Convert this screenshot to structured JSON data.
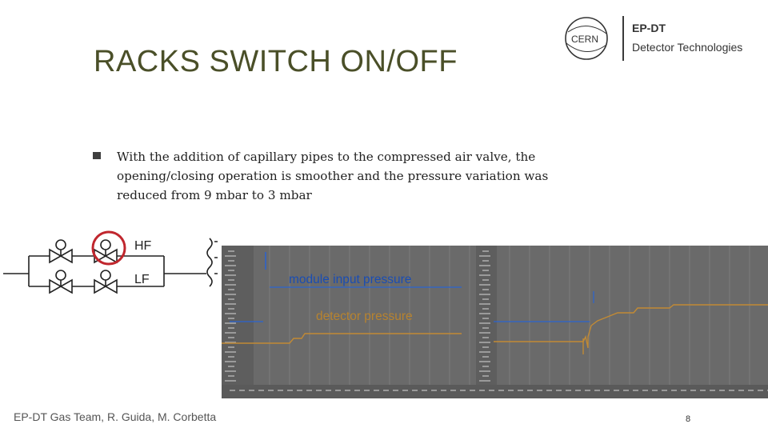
{
  "slide": {
    "title": "RACKS SWITCH ON/OFF",
    "logo": {
      "line1": "EP-DT",
      "line2": "Detector Technologies",
      "mark": "CERN"
    },
    "bullets": [
      "With the addition of capillary pipes to the compressed air valve, the opening/closing operation is smoother and the pressure variation was reduced from 9 mbar to 3 mbar"
    ],
    "sketch": {
      "label_hf": "HF",
      "label_lf": "LF"
    },
    "plot": {
      "label_module": "module input pressure",
      "label_detector": "detector pressure",
      "colors": {
        "module": "#1a4db3",
        "detector": "#b7832f",
        "background": "#6a6a6a"
      }
    },
    "footer": {
      "left": "EP-DT Gas Team, R. Guida, M. Corbetta",
      "page": "8"
    }
  }
}
